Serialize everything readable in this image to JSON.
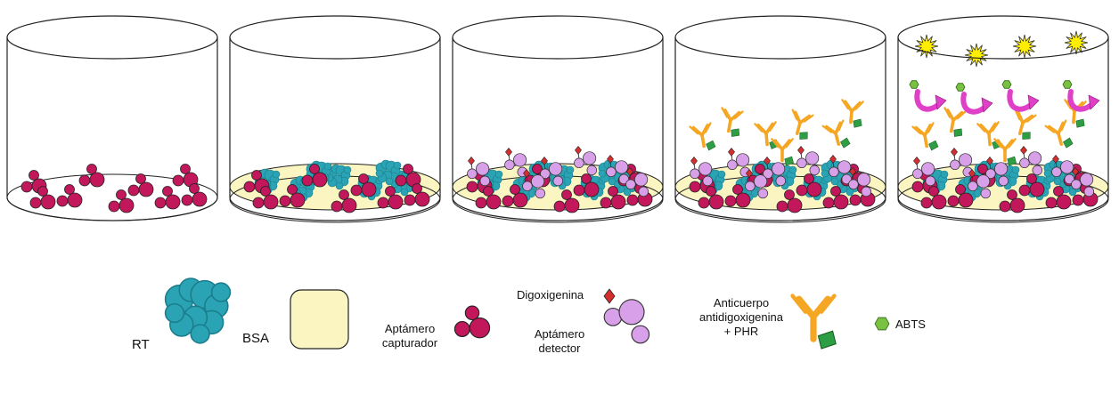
{
  "legend": {
    "rt": "RT",
    "bsa": "BSA",
    "capture_aptamer": [
      "Aptámero",
      "capturador"
    ],
    "digoxigenin": "Digoxigenina",
    "detector_aptamer": [
      "Aptámero",
      "detector"
    ],
    "antibody": [
      "Anticuerpo",
      "antidigoxigenina",
      "+ PHR"
    ],
    "abts": "ABTS"
  },
  "colors": {
    "capture_aptamer": "#c2185b",
    "detector_aptamer": "#d8a0e8",
    "rt_protein": "#2aa3b4",
    "bsa_fill": "#fbf5c2",
    "digoxigenin": "#d32f2f",
    "antibody": "#f5a623",
    "hrp_enzyme": "#2e9e44",
    "abts": "#7ac143",
    "reaction_arrow": "#e040c8",
    "burst": "#ffee00"
  },
  "steps": [
    {
      "bsa": false,
      "rt": false,
      "detector": false,
      "antibody": false,
      "reaction": false
    },
    {
      "bsa": true,
      "rt": true,
      "detector": false,
      "antibody": false,
      "reaction": false
    },
    {
      "bsa": true,
      "rt": true,
      "detector": true,
      "antibody": false,
      "reaction": false
    },
    {
      "bsa": true,
      "rt": true,
      "detector": true,
      "antibody": true,
      "reaction": false
    },
    {
      "bsa": true,
      "rt": true,
      "detector": true,
      "antibody": true,
      "reaction": true
    }
  ]
}
